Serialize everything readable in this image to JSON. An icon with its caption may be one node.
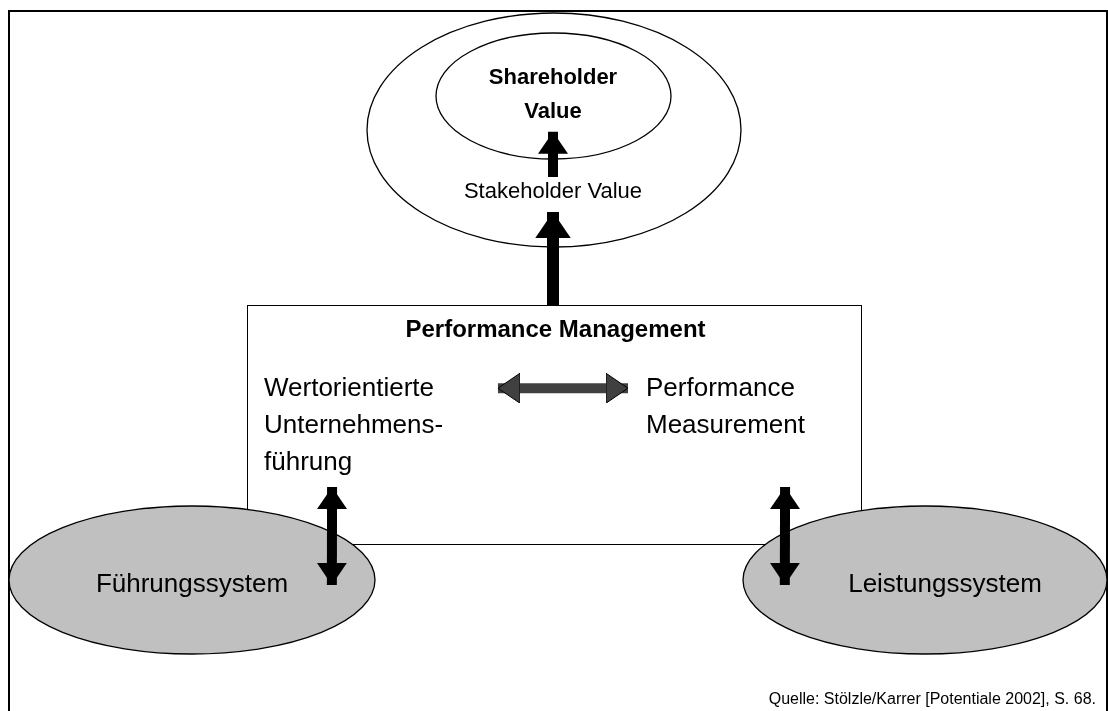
{
  "diagram": {
    "caption": "Quelle: Stölzle/Karrer [Potentiale 2002], S. 68.",
    "nodes": [
      {
        "text": [],
        "shape": "circle"
      },
      {
        "text": [
          "Shareholder Value"
        ],
        "in": 0
      },
      {
        "text": [
          "Stakeholder Value"
        ],
        "in": 0
      },
      {
        "text": [
          "Performance Management"
        ]
      },
      {
        "text": [
          "Wertorientierte Unternehmens- führung"
        ],
        "in": 3
      },
      {
        "text": [
          "Performance Measurement"
        ],
        "in": 3
      },
      {
        "text": [
          "Führungssystem"
        ]
      },
      {
        "text": [
          "Leistungssystem"
        ]
      }
    ],
    "edges": [
      {
        "from": 2,
        "to": 1,
        "arrow": "to"
      },
      {
        "from": 3,
        "to": 2,
        "arrow": "to"
      },
      {
        "from": 4,
        "to": 5,
        "arrow": "both",
        "color": "#404040"
      },
      {
        "from": 4,
        "to": 6,
        "arrow": "both"
      },
      {
        "from": 5,
        "to": 7,
        "arrow": "both"
      }
    ]
  }
}
